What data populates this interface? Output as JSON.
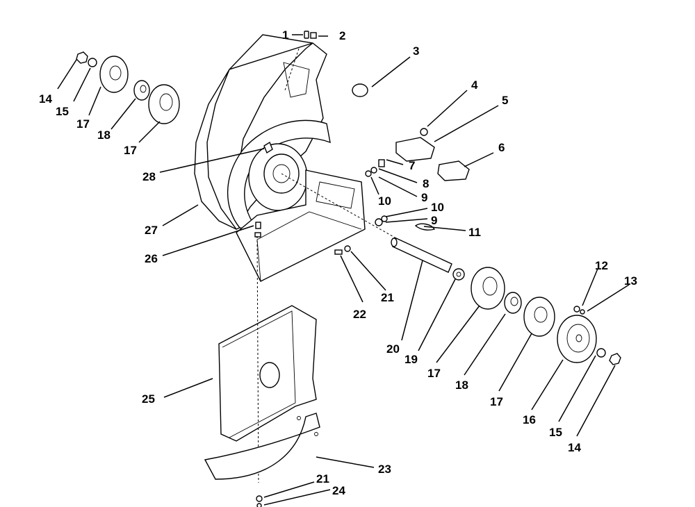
{
  "diagram": {
    "callouts": [
      {
        "id": "c1",
        "text": "1"
      },
      {
        "id": "c2",
        "text": "2"
      },
      {
        "id": "c3",
        "text": "3"
      },
      {
        "id": "c4",
        "text": "4"
      },
      {
        "id": "c5",
        "text": "5"
      },
      {
        "id": "c6",
        "text": "6"
      },
      {
        "id": "c7",
        "text": "7"
      },
      {
        "id": "c8",
        "text": "8"
      },
      {
        "id": "c9a",
        "text": "9"
      },
      {
        "id": "c10a",
        "text": "10"
      },
      {
        "id": "c10b",
        "text": "10"
      },
      {
        "id": "c9b",
        "text": "9"
      },
      {
        "id": "c11",
        "text": "11"
      },
      {
        "id": "c12",
        "text": "12"
      },
      {
        "id": "c13",
        "text": "13"
      },
      {
        "id": "c14a",
        "text": "14"
      },
      {
        "id": "c15a",
        "text": "15"
      },
      {
        "id": "c17a",
        "text": "17"
      },
      {
        "id": "c18a",
        "text": "18"
      },
      {
        "id": "c17b",
        "text": "17"
      },
      {
        "id": "c28",
        "text": "28"
      },
      {
        "id": "c27",
        "text": "27"
      },
      {
        "id": "c26",
        "text": "26"
      },
      {
        "id": "c22",
        "text": "22"
      },
      {
        "id": "c21a",
        "text": "21"
      },
      {
        "id": "c20",
        "text": "20"
      },
      {
        "id": "c19",
        "text": "19"
      },
      {
        "id": "c17c",
        "text": "17"
      },
      {
        "id": "c18b",
        "text": "18"
      },
      {
        "id": "c17d",
        "text": "17"
      },
      {
        "id": "c16",
        "text": "16"
      },
      {
        "id": "c15b",
        "text": "15"
      },
      {
        "id": "c14b",
        "text": "14"
      },
      {
        "id": "c25",
        "text": "25"
      },
      {
        "id": "c23",
        "text": "23"
      },
      {
        "id": "c21b",
        "text": "21"
      },
      {
        "id": "c24",
        "text": "24"
      }
    ]
  }
}
